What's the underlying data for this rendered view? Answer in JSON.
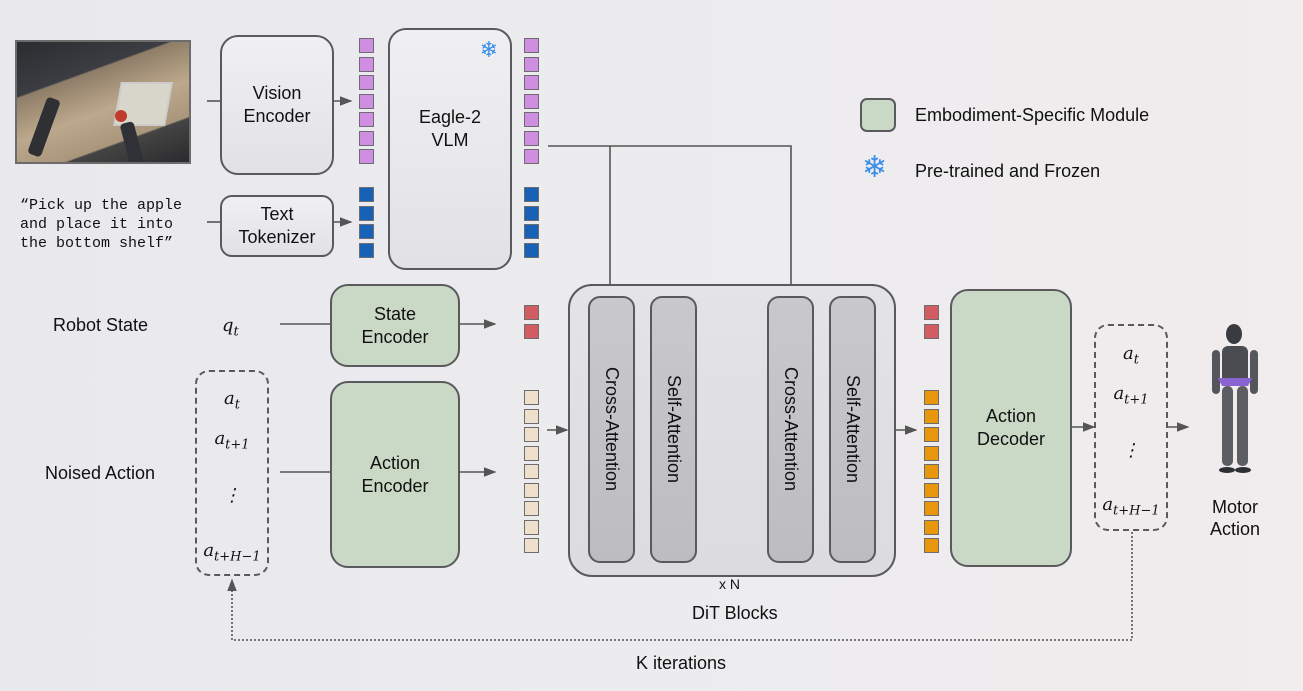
{
  "inputs": {
    "image_alt": "Robot egocentric camera view of table with apple and shelf",
    "instruction_text": "“Pick up the apple\nand place it into\nthe bottom shelf”",
    "robot_state_label": "Robot State",
    "robot_state_symbol": "q",
    "robot_state_sub": "t",
    "noised_action_label": "Noised Action",
    "noised_actions": [
      {
        "sym": "a",
        "sub": "t"
      },
      {
        "sym": "a",
        "sub": "t+1"
      },
      {
        "sym": "⋮",
        "sub": ""
      },
      {
        "sym": "a",
        "sub": "t+H−1"
      }
    ]
  },
  "modules": {
    "vision_encoder": "Vision\nEncoder",
    "text_tokenizer": "Text\nTokenizer",
    "vlm": "Eagle-2\nVLM",
    "state_encoder": "State\nEncoder",
    "action_encoder": "Action\nEncoder",
    "action_decoder": "Action\nDecoder",
    "dit_blocks": [
      "Cross-Attention",
      "Self-Attention",
      "Cross-Attention",
      "Self-Attention"
    ],
    "dit_repeat": "x N",
    "dit_label": "DiT Blocks"
  },
  "tokens": {
    "vision_count": 7,
    "text_count": 4,
    "vlm_out_vision_count": 7,
    "vlm_out_text_count": 4,
    "state_count": 2,
    "action_in_count": 9,
    "state_out_count": 2,
    "action_out_count": 9
  },
  "outputs": {
    "actions": [
      {
        "sym": "a",
        "sub": "t"
      },
      {
        "sym": "a",
        "sub": "t+1"
      },
      {
        "sym": "⋮",
        "sub": ""
      },
      {
        "sym": "a",
        "sub": "t+H−1"
      }
    ],
    "motor_action_label": "Motor\nAction"
  },
  "loop_label": "K iterations",
  "legend": {
    "embodiment_label": "Embodiment-Specific Module",
    "frozen_label": "Pre-trained and Frozen"
  },
  "colors": {
    "purple_token": "#cf8ee2",
    "blue_token": "#1762b7",
    "red_token": "#d35c63",
    "beige_token": "#eee0cb",
    "orange_token": "#e8960c",
    "embodiment_green": "#c9d9c6",
    "snowflake_blue": "#3a8ee8"
  }
}
